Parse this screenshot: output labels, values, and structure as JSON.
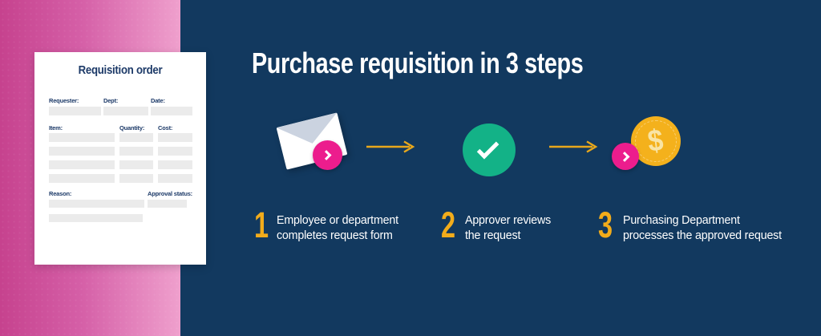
{
  "form": {
    "title": "Requisition order",
    "requester_label": "Requester:",
    "dept_label": "Dept:",
    "date_label": "Date:",
    "item_label": "Item:",
    "quantity_label": "Quantity:",
    "cost_label": "Cost:",
    "reason_label": "Reason:",
    "approval_label": "Approval status:"
  },
  "main": {
    "title": "Purchase requisition in 3 steps",
    "coin_symbol": "$",
    "steps": [
      {
        "number": "1",
        "icon": "envelope-send-icon",
        "line1": "Employee or department",
        "line2": "completes request form"
      },
      {
        "number": "2",
        "icon": "check-circle-icon",
        "line1": "Approver reviews",
        "line2": "the request"
      },
      {
        "number": "3",
        "icon": "dollar-coin-icon",
        "line1": "Purchasing Department",
        "line2": "processes the approved request"
      }
    ]
  },
  "palette": {
    "navy_background": "#12395f",
    "pink_gradient_start": "#c6428e",
    "pink_gradient_end": "#efa0cd",
    "badge_pink": "#ec1d8d",
    "check_green": "#13b287",
    "coin_gold": "#f4b11c",
    "accent_gold": "#f2ac1b",
    "form_text_navy": "#1d3a68",
    "placeholder_gray": "#ebebeb"
  }
}
